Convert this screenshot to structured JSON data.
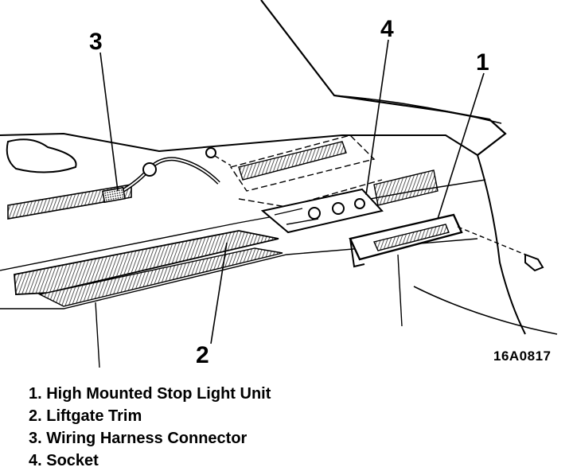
{
  "figure_id": "16A0817",
  "callouts": [
    {
      "number": "1"
    },
    {
      "number": "2"
    },
    {
      "number": "3"
    },
    {
      "number": "4"
    }
  ],
  "legend": [
    {
      "text": "1. High Mounted Stop Light Unit"
    },
    {
      "text": "2. Liftgate Trim"
    },
    {
      "text": "3. Wiring Harness Connector"
    },
    {
      "text": "4. Socket"
    }
  ],
  "colors": {
    "ink": "#000000",
    "paper": "#ffffff",
    "hatch": "#4a4a4a"
  }
}
